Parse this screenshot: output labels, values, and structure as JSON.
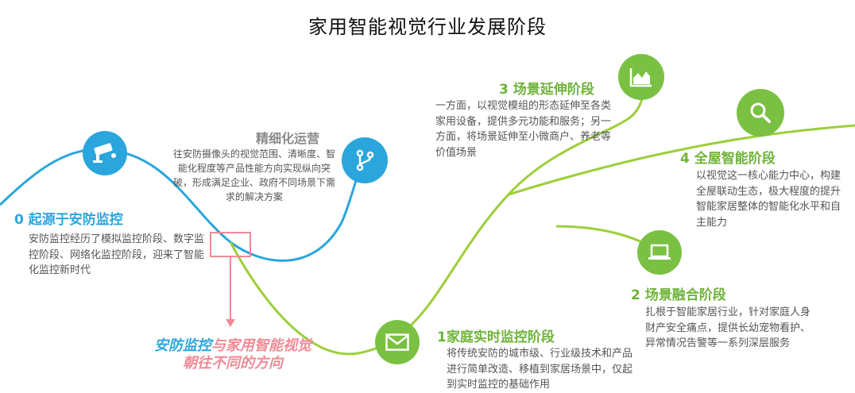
{
  "title": "家用智能视觉行业发展阶段",
  "stages": {
    "s0": {
      "title": "0  起源于安防监控",
      "desc": "安防监控经历了模拟监控阶段、数字监控阶段、网络化监控阶段，迎来了智能化监控新时代",
      "icon": "security-camera-icon"
    },
    "refine": {
      "title": "精细化运营",
      "desc": "往安防摄像头的视觉范围、清晰度、智能化程度等产品性能方向实现纵向突破，形成满足企业、政府不同场景下需求的解决方案",
      "icon": "branch-icon"
    },
    "s1": {
      "title": "1家庭实时监控阶段",
      "desc": "将传统安防的城市级、行业级技术和产品进行简单改造、移植到家居场景中，仅起到实时监控的基础作用",
      "icon": "mail-icon"
    },
    "s2": {
      "title": "2  场景融合阶段",
      "desc": "扎根于智能家居行业，针对家庭人身财产安全痛点，提供长幼宠物看护、异常情况告警等一系列深层服务",
      "icon": "laptop-icon"
    },
    "s3": {
      "title": "3  场景延伸阶段",
      "desc": "一方面，以视觉模组的形态延伸至各类家用设备，提供多元功能和服务；另一方面，将场景延伸至小微商户、养老等价值场景",
      "icon": "area-chart-icon"
    },
    "s4": {
      "title": "4  全屋智能阶段",
      "desc": "以视觉这一核心能力中心，构建全屋联动生态，极大程度的提升智能家居整体的智能化水平和自主能力",
      "icon": "search-icon"
    }
  },
  "slogan": {
    "part1": "安防监控",
    "part2": "与家用智能视觉",
    "line2": "朝往不同的方向"
  },
  "colors": {
    "green": "#7ac143",
    "blue": "#2aa6dd",
    "pink": "#f08a95",
    "gray": "#8a8a8a"
  }
}
